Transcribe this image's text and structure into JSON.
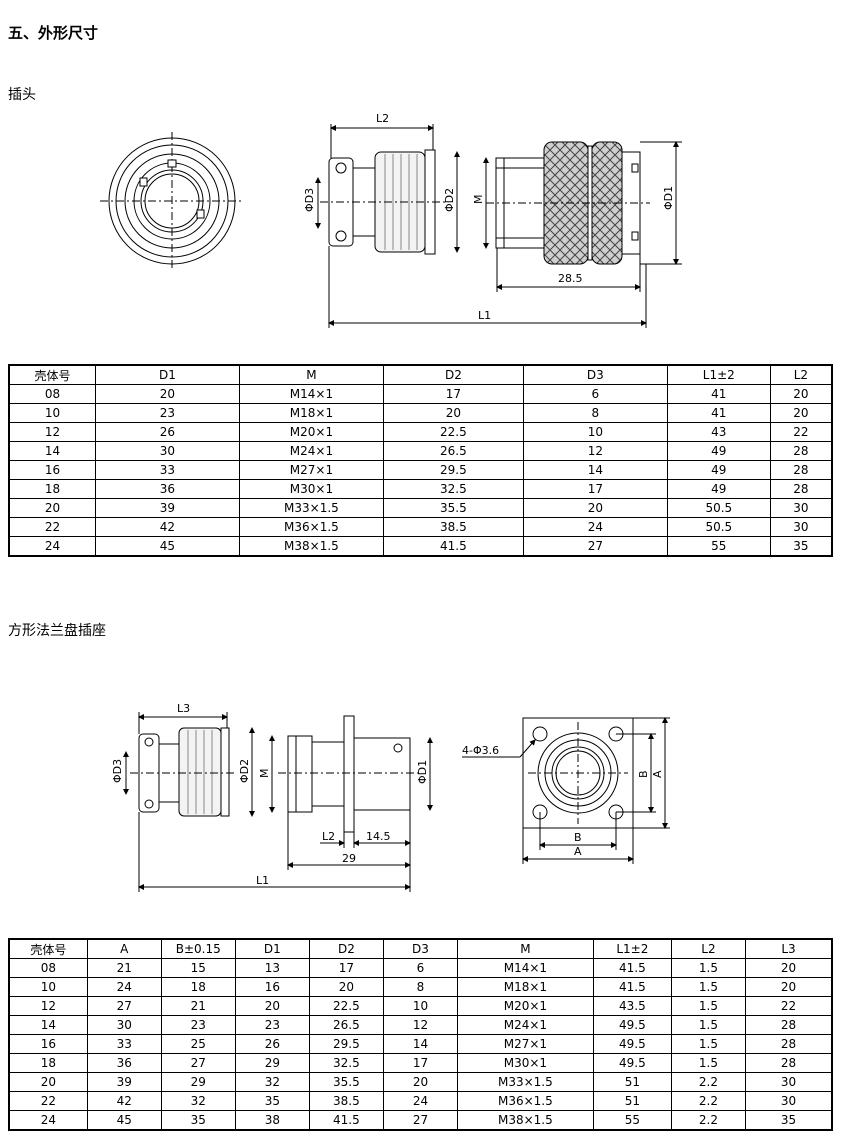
{
  "page": {
    "heading": "五、外形尺寸",
    "plug_title": "插头",
    "socket_title": "方形法兰盘插座"
  },
  "plug_drawing": {
    "labels": {
      "l2": "L2",
      "phid3": "ΦD3",
      "phid2": "ΦD2",
      "m": "M",
      "phid1": "ΦD1",
      "dim285": "28.5",
      "l1": "L1"
    }
  },
  "socket_drawing": {
    "labels": {
      "l3": "L3",
      "phid3": "ΦD3",
      "phid2": "ΦD2",
      "m": "M",
      "phid1": "ΦD1",
      "l2": "L2",
      "dim145": "14.5",
      "dim29": "29",
      "l1": "L1",
      "holes": "4-Φ3.6",
      "b_v": "B",
      "a_v": "A",
      "b_h": "B",
      "a_h": "A"
    }
  },
  "plug_table": {
    "headers": [
      "壳体号",
      "D1",
      "M",
      "D2",
      "D3",
      "L1±2",
      "L2"
    ],
    "rows": [
      [
        "08",
        "20",
        "M14×1",
        "17",
        "6",
        "41",
        "20"
      ],
      [
        "10",
        "23",
        "M18×1",
        "20",
        "8",
        "41",
        "20"
      ],
      [
        "12",
        "26",
        "M20×1",
        "22.5",
        "10",
        "43",
        "22"
      ],
      [
        "14",
        "30",
        "M24×1",
        "26.5",
        "12",
        "49",
        "28"
      ],
      [
        "16",
        "33",
        "M27×1",
        "29.5",
        "14",
        "49",
        "28"
      ],
      [
        "18",
        "36",
        "M30×1",
        "32.5",
        "17",
        "49",
        "28"
      ],
      [
        "20",
        "39",
        "M33×1.5",
        "35.5",
        "20",
        "50.5",
        "30"
      ],
      [
        "22",
        "42",
        "M36×1.5",
        "38.5",
        "24",
        "50.5",
        "30"
      ],
      [
        "24",
        "45",
        "M38×1.5",
        "41.5",
        "27",
        "55",
        "35"
      ]
    ]
  },
  "socket_table": {
    "headers": [
      "壳体号",
      "A",
      "B±0.15",
      "D1",
      "D2",
      "D3",
      "M",
      "L1±2",
      "L2",
      "L3"
    ],
    "rows": [
      [
        "08",
        "21",
        "15",
        "13",
        "17",
        "6",
        "M14×1",
        "41.5",
        "1.5",
        "20"
      ],
      [
        "10",
        "24",
        "18",
        "16",
        "20",
        "8",
        "M18×1",
        "41.5",
        "1.5",
        "20"
      ],
      [
        "12",
        "27",
        "21",
        "20",
        "22.5",
        "10",
        "M20×1",
        "43.5",
        "1.5",
        "22"
      ],
      [
        "14",
        "30",
        "23",
        "23",
        "26.5",
        "12",
        "M24×1",
        "49.5",
        "1.5",
        "28"
      ],
      [
        "16",
        "33",
        "25",
        "26",
        "29.5",
        "14",
        "M27×1",
        "49.5",
        "1.5",
        "28"
      ],
      [
        "18",
        "36",
        "27",
        "29",
        "32.5",
        "17",
        "M30×1",
        "49.5",
        "1.5",
        "28"
      ],
      [
        "20",
        "39",
        "29",
        "32",
        "35.5",
        "20",
        "M33×1.5",
        "51",
        "2.2",
        "30"
      ],
      [
        "22",
        "42",
        "32",
        "35",
        "38.5",
        "24",
        "M36×1.5",
        "51",
        "2.2",
        "30"
      ],
      [
        "24",
        "45",
        "35",
        "38",
        "41.5",
        "27",
        "M38×1.5",
        "55",
        "2.2",
        "35"
      ]
    ]
  }
}
